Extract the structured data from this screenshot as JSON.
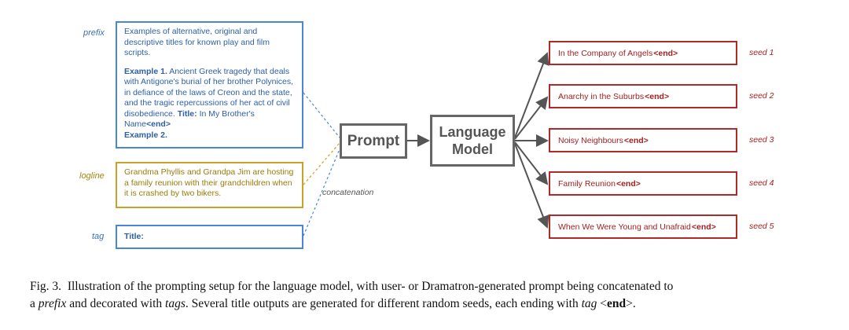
{
  "labels": {
    "prefix": "prefix",
    "logline": "logline",
    "tag": "tag",
    "concatenation": "concatenation"
  },
  "prefix_box": {
    "intro": "Examples of alternative, original and descriptive titles for known play and film scripts.",
    "example1_label": "Example 1.",
    "example1_text": "Ancient Greek tragedy that deals with Antigone's burial of her brother Polynices, in defiance of the laws of Creon and the state, and the tragic repercussions of her act of civil disobedience.",
    "title_label": "Title:",
    "title_text": "In My Brother's Name",
    "end_tag": "<end>",
    "example2_label": "Example 2."
  },
  "logline_box": {
    "text": "Grandma Phyllis and Grandpa Jim are hosting a family reunion with their grandchildren when it is crashed by two bikers."
  },
  "tag_box": {
    "text": "Title:"
  },
  "prompt_box": {
    "label": "Prompt"
  },
  "model_box": {
    "line1": "Language",
    "line2": "Model"
  },
  "outputs": [
    {
      "title": "In the Company of Angels",
      "end": "<end>",
      "seed": "seed 1"
    },
    {
      "title": "Anarchy in the Suburbs",
      "end": "<end>",
      "seed": "seed 2"
    },
    {
      "title": "Noisy Neighbours",
      "end": "<end>",
      "seed": "seed 3"
    },
    {
      "title": "Family Reunion",
      "end": "<end>",
      "seed": "seed 4"
    },
    {
      "title": "When We Were Young and Unafraid",
      "end": "<end>",
      "seed": "seed 5"
    }
  ],
  "caption": {
    "fig": "Fig. 3.",
    "part1": "Illustration of the prompting setup for the language model, with user- or Dramatron-generated prompt being concatenated to",
    "part2": "a",
    "prefix_word": "prefix",
    "part3": "and decorated with",
    "tags_word": "tags",
    "part4": ". Several title outputs are generated for different random seeds, each ending with",
    "tag_word": "tag",
    "end_open": "<",
    "end_word": "end",
    "end_close": ">."
  },
  "colors": {
    "prefix_blue": "#4a86d8",
    "logline_gold": "#c9a227",
    "output_red": "#b02a2a",
    "arrow_gray": "#555555"
  }
}
